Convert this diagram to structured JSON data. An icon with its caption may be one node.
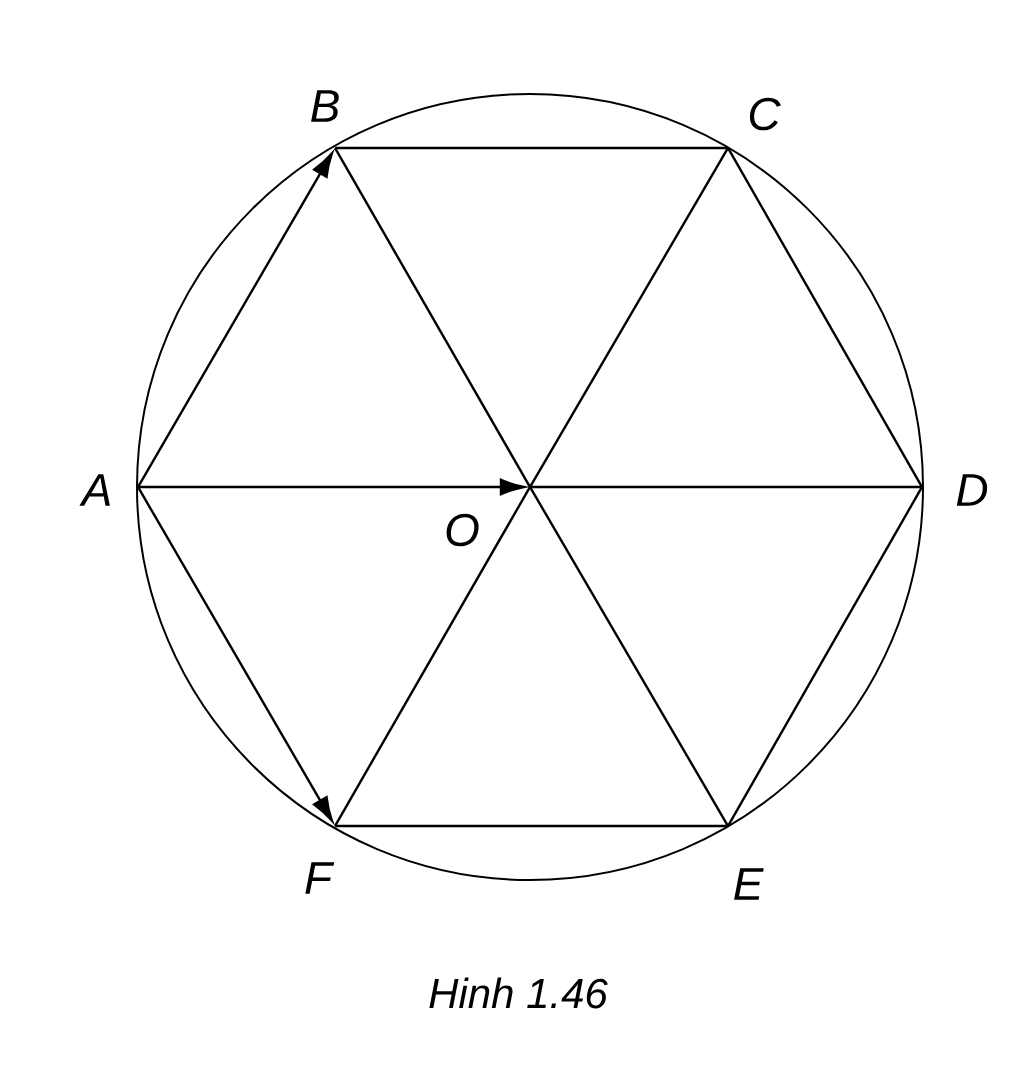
{
  "diagram": {
    "caption": "Hinh 1.46",
    "nodes": [
      {
        "text": [
          "A"
        ]
      },
      {
        "text": [
          "B"
        ]
      },
      {
        "text": [
          "C"
        ]
      },
      {
        "text": [
          "D"
        ]
      },
      {
        "text": [
          "E"
        ]
      },
      {
        "text": [
          "F"
        ]
      },
      {
        "text": [
          "O"
        ]
      }
    ],
    "edges": [
      {
        "from": 0,
        "to": 1,
        "arrow": "to"
      },
      {
        "from": 1,
        "to": 2,
        "arrow": "none"
      },
      {
        "from": 2,
        "to": 3,
        "arrow": "none"
      },
      {
        "from": 3,
        "to": 4,
        "arrow": "none"
      },
      {
        "from": 4,
        "to": 5,
        "arrow": "none"
      },
      {
        "from": 0,
        "to": 5,
        "arrow": "to"
      },
      {
        "from": 0,
        "to": 6,
        "arrow": "to"
      },
      {
        "from": 6,
        "to": 3,
        "arrow": "none"
      },
      {
        "from": 1,
        "to": 6,
        "arrow": "none"
      },
      {
        "from": 6,
        "to": 4,
        "arrow": "none"
      },
      {
        "from": 2,
        "to": 6,
        "arrow": "none"
      },
      {
        "from": 6,
        "to": 5,
        "arrow": "none"
      }
    ]
  }
}
